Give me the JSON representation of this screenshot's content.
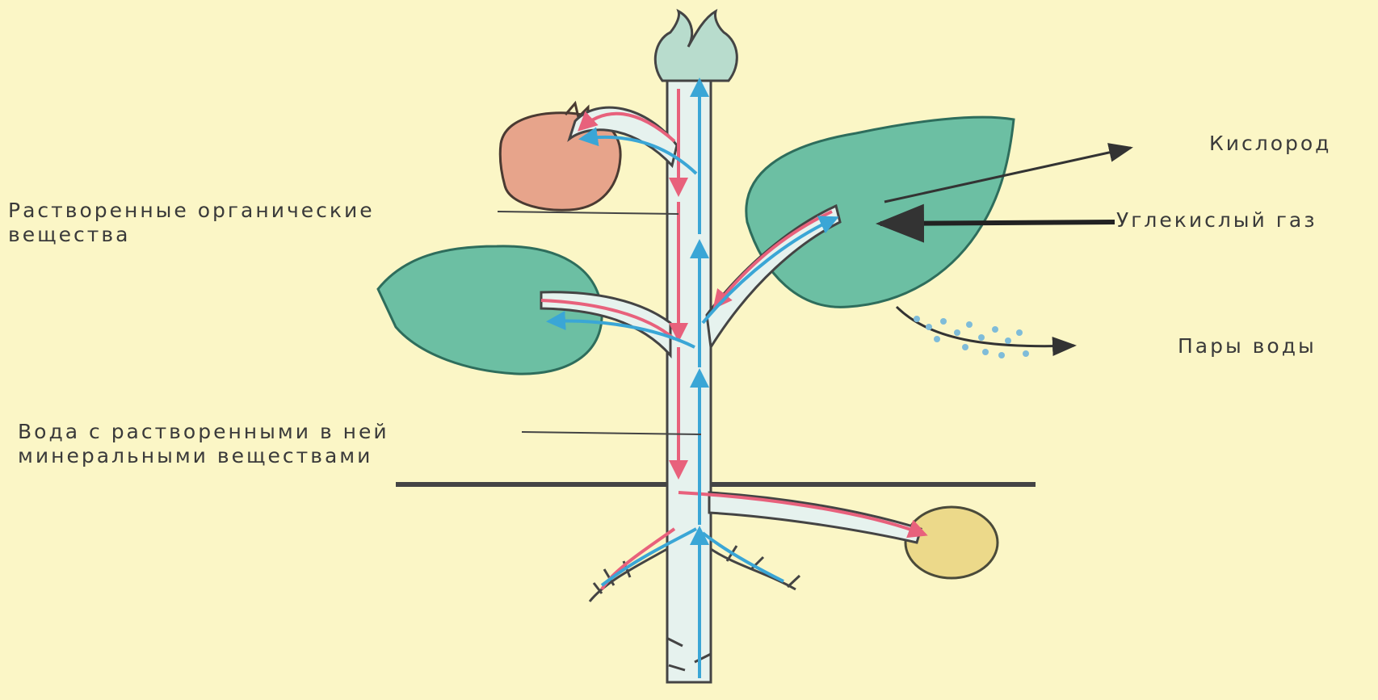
{
  "labels": {
    "organic": {
      "line1": "Растворенные органические",
      "line2": "вещества"
    },
    "water_minerals": {
      "line1": "Вода с растворенными в ней",
      "line2": "минеральными веществами"
    },
    "oxygen": "Кислород",
    "co2": "Углекислый газ",
    "vapor": "Пары воды"
  },
  "colors": {
    "background": "#fbf6c6",
    "organic_flow": "#e8617c",
    "water_flow": "#3aa6d6",
    "leaf": "#5fb39a",
    "fruit": "#e8a58a",
    "tuber": "#ecd98a"
  }
}
